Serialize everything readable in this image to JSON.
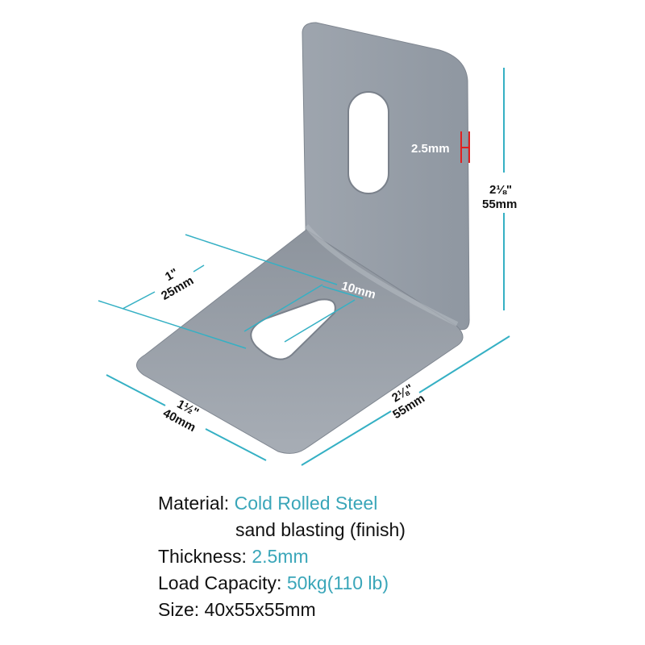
{
  "colors": {
    "accent": "#3aa6b9",
    "dimension_line": "#35b0c4",
    "thickness_marker": "#e02020",
    "steel": "#9aa1aa",
    "text": "#111111"
  },
  "dimensions": {
    "thickness": "2.5mm",
    "height_in": "2⅛\"",
    "height_mm": "55mm",
    "depth_in": "2⅛\"",
    "depth_mm": "55mm",
    "width_in": "1½\"",
    "width_mm": "40mm",
    "slot_length_in": "1\"",
    "slot_length_mm": "25mm",
    "slot_width": "10mm"
  },
  "specs": {
    "material_label": "Material:",
    "material_value": "Cold Rolled Steel",
    "finish": "sand blasting (finish)",
    "thickness_label": "Thickness:",
    "thickness_value": "2.5mm",
    "load_label": "Load Capacity:",
    "load_value": "50kg(110 lb)",
    "size_label": "Size:",
    "size_value": "40x55x55mm"
  }
}
